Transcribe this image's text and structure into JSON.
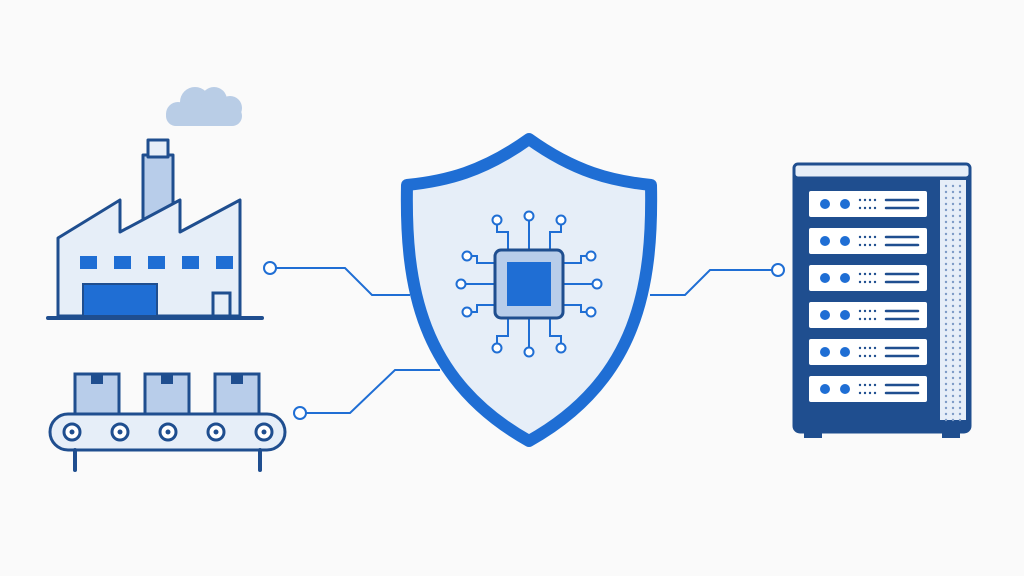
{
  "colors": {
    "background": "#fafafa",
    "primary": "#1f4e8f",
    "accent": "#1f6ed4",
    "light_fill": "#e6eef8",
    "mid_fill": "#b8cdea",
    "cloud": "#b9cde6",
    "white": "#ffffff"
  },
  "icons": {
    "factory": "factory-icon",
    "smoke": "smoke-cloud-icon",
    "conveyor": "conveyor-belt-icon",
    "box": "package-box-icon",
    "shield": "security-shield-icon",
    "chip": "microchip-icon",
    "server": "server-rack-icon"
  },
  "server": {
    "units": 6
  },
  "conveyor": {
    "boxes": 3,
    "rollers": 5
  }
}
